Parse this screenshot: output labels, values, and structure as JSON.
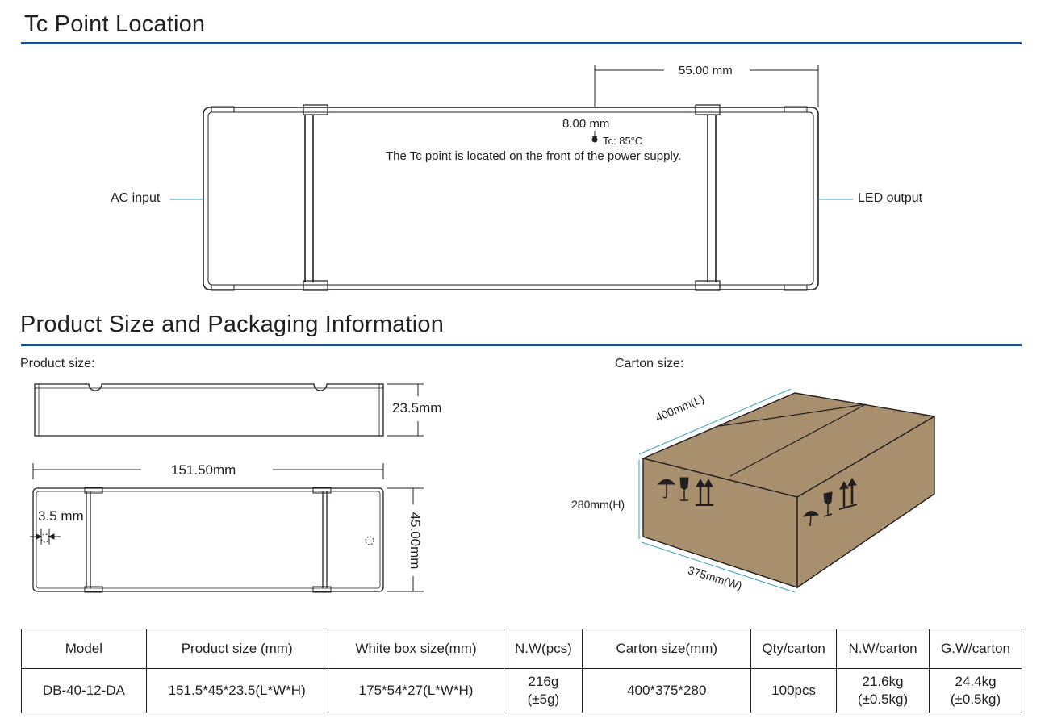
{
  "section_tc": {
    "title": "Tc Point Location",
    "dim_top": "55.00 mm",
    "dim_offset": "8.00 mm",
    "tc_label": "Tc: 85°C",
    "note": "The Tc point is located on the front of the power supply.",
    "ac_input": "AC input",
    "led_output": "LED output"
  },
  "section_pkg": {
    "title": "Product Size and Packaging Information",
    "product_label": "Product size:",
    "carton_label": "Carton size:",
    "height_dim": "23.5mm",
    "length_dim": "151.50mm",
    "hole_dim": "3.5 mm",
    "width_dim": "45.00mm",
    "carton_length": "400mm(L)",
    "carton_height": "280mm(H)",
    "carton_width": "375mm(W)",
    "carton_color": "#a88f6d"
  },
  "spec_table": {
    "headers": [
      "Model",
      "Product size (mm)",
      "White box size(mm)",
      "N.W(pcs)",
      "Carton size(mm)",
      "Qty/carton",
      "N.W/carton",
      "G.W/carton"
    ],
    "row": {
      "model": "DB-40-12-DA",
      "product_size": "151.5*45*23.5(L*W*H)",
      "white_box": "175*54*27(L*W*H)",
      "nw_pcs": "216g",
      "nw_pcs_tol": "(±5g)",
      "carton_size": "400*375*280",
      "qty": "100pcs",
      "nw_carton": "21.6kg",
      "nw_carton_tol": "(±0.5kg)",
      "gw_carton": "24.4kg",
      "gw_carton_tol": "(±0.5kg)"
    }
  },
  "colors": {
    "accent": "#1e4f91",
    "leader": "#3aa0c8"
  }
}
